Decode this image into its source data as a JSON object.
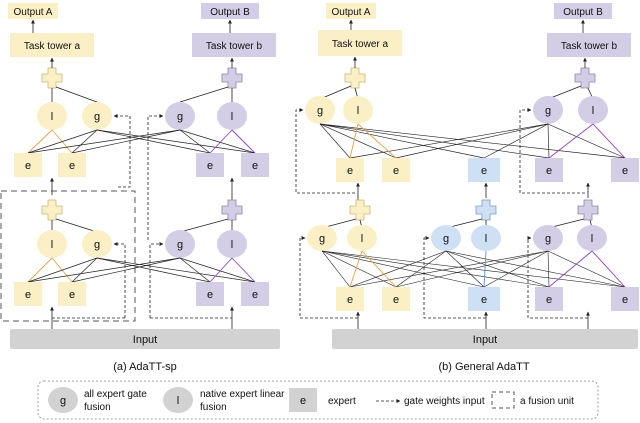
{
  "panel_a": {
    "output_a": "Output A",
    "output_b": "Output B",
    "tower_a": "Task tower a",
    "tower_b": "Task tower b",
    "input": "Input",
    "caption": "(a) AdaTT-sp"
  },
  "panel_b": {
    "output_a": "Output A",
    "output_b": "Output B",
    "tower_a": "Task tower a",
    "tower_b": "Task tower b",
    "input": "Input",
    "caption": "(b) General AdaTT"
  },
  "node_labels": {
    "gate": "g",
    "linear": "l",
    "expert": "e"
  },
  "legend": {
    "gate_symbol": "g",
    "gate_text_line1": "all expert gate",
    "gate_text_line2": "fusion",
    "linear_symbol": "l",
    "linear_text_line1": "native expert linear",
    "linear_text_line2": "fusion",
    "expert_symbol": "e",
    "expert_text": "expert",
    "gate_weights_text": "gate weights input",
    "fusion_unit_text": "a fusion unit"
  },
  "colors": {
    "yellow": "#fbefc6",
    "yellow_stroke": "#e6cf86",
    "purple": "#d3cde6",
    "purple_stroke": "#a79cc9",
    "blue": "#cfe0f5",
    "blue_stroke": "#97b7e0",
    "gray": "#d2d2d2",
    "orange_line": "#e3a24a",
    "purple_line": "#8a3fd1"
  }
}
